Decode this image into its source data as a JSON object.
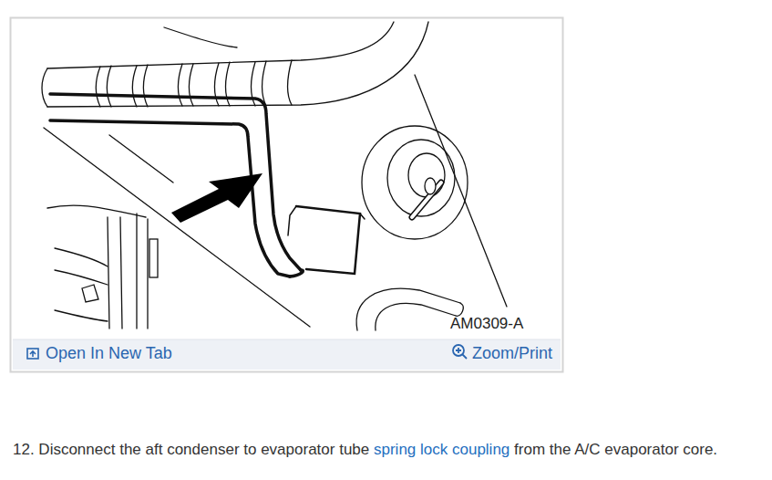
{
  "diagram": {
    "labels": [
      "AM0309-A",
      "Open In New Tab",
      "Zoom/Print",
      "12. Disconnect the aft condenser to evaporator tube",
      "spring lock coupling",
      "from the A/C evaporator core."
    ]
  }
}
